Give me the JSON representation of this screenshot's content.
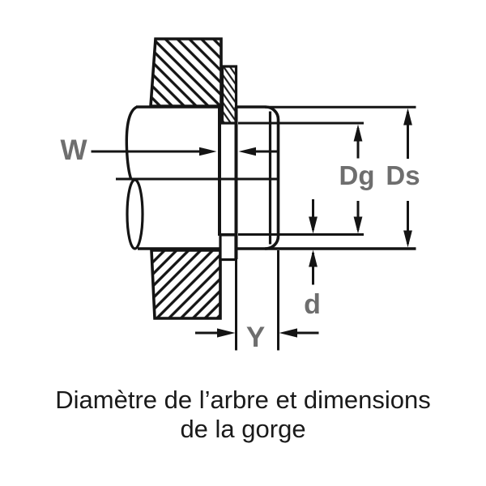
{
  "diagram": {
    "caption": {
      "line1": "Diamètre de l’arbre et dimensions",
      "line2": "de la gorge"
    },
    "dimension_labels": {
      "ring_width": "W",
      "groove_diameter": "Dg",
      "shaft_diameter": "Ds",
      "groove_depth": "d",
      "groove_edge_margin": "Y"
    },
    "colors": {
      "line": "#141414",
      "dimension_label": "#6e6e6e",
      "caption_text": "#1a1a1a",
      "background": "#ffffff"
    }
  }
}
